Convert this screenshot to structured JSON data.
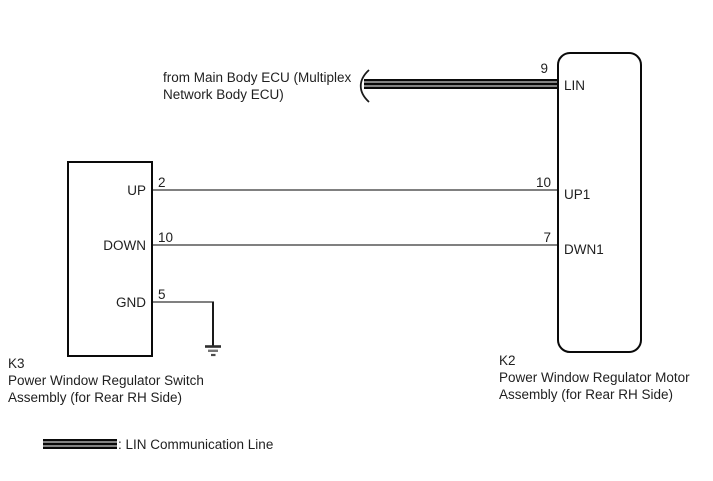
{
  "diagram": {
    "source_note": {
      "line1": "from Main Body ECU (Multiplex",
      "line2": "Network Body ECU)"
    },
    "k3": {
      "id": "K3",
      "name_line1": "Power Window Regulator Switch",
      "name_line2": "Assembly (for Rear RH Side)",
      "pins": [
        {
          "pin": "2",
          "label": "UP"
        },
        {
          "pin": "10",
          "label": "DOWN"
        },
        {
          "pin": "5",
          "label": "GND"
        }
      ]
    },
    "k2": {
      "id": "K2",
      "name_line1": "Power Window Regulator Motor",
      "name_line2": "Assembly (for Rear RH Side)",
      "pins": [
        {
          "pin": "9",
          "label": "LIN"
        },
        {
          "pin": "10",
          "label": "UP1"
        },
        {
          "pin": "7",
          "label": "DWN1"
        }
      ]
    },
    "legend": {
      "label": ": LIN Communication Line"
    },
    "colors": {
      "background": "#ffffff",
      "wire": "#808080",
      "lin_line": "#0a0a0a",
      "box_border": "#0a0a0a",
      "text": "#1f1f1f"
    }
  }
}
